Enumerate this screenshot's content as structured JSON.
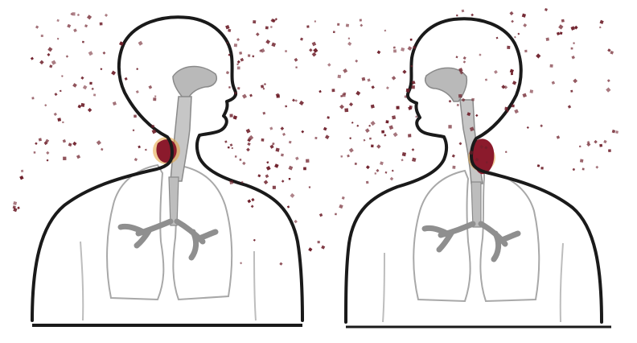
{
  "colors": {
    "background": "#ffffff",
    "outline": "#1a1a1a",
    "organ_fill": "#b9b9b9",
    "organ_stroke": "#8a8a8a",
    "lung_outline": "#a8a8a8",
    "particle": "#6e1f2a",
    "infection": "#8b1a2c",
    "infection_glow": "#e3a13a"
  },
  "figures": [
    {
      "name": "left-person",
      "facing": "right"
    },
    {
      "name": "right-person",
      "facing": "left"
    }
  ],
  "particles": {
    "shape": "droplet-dots",
    "density": "dense"
  }
}
